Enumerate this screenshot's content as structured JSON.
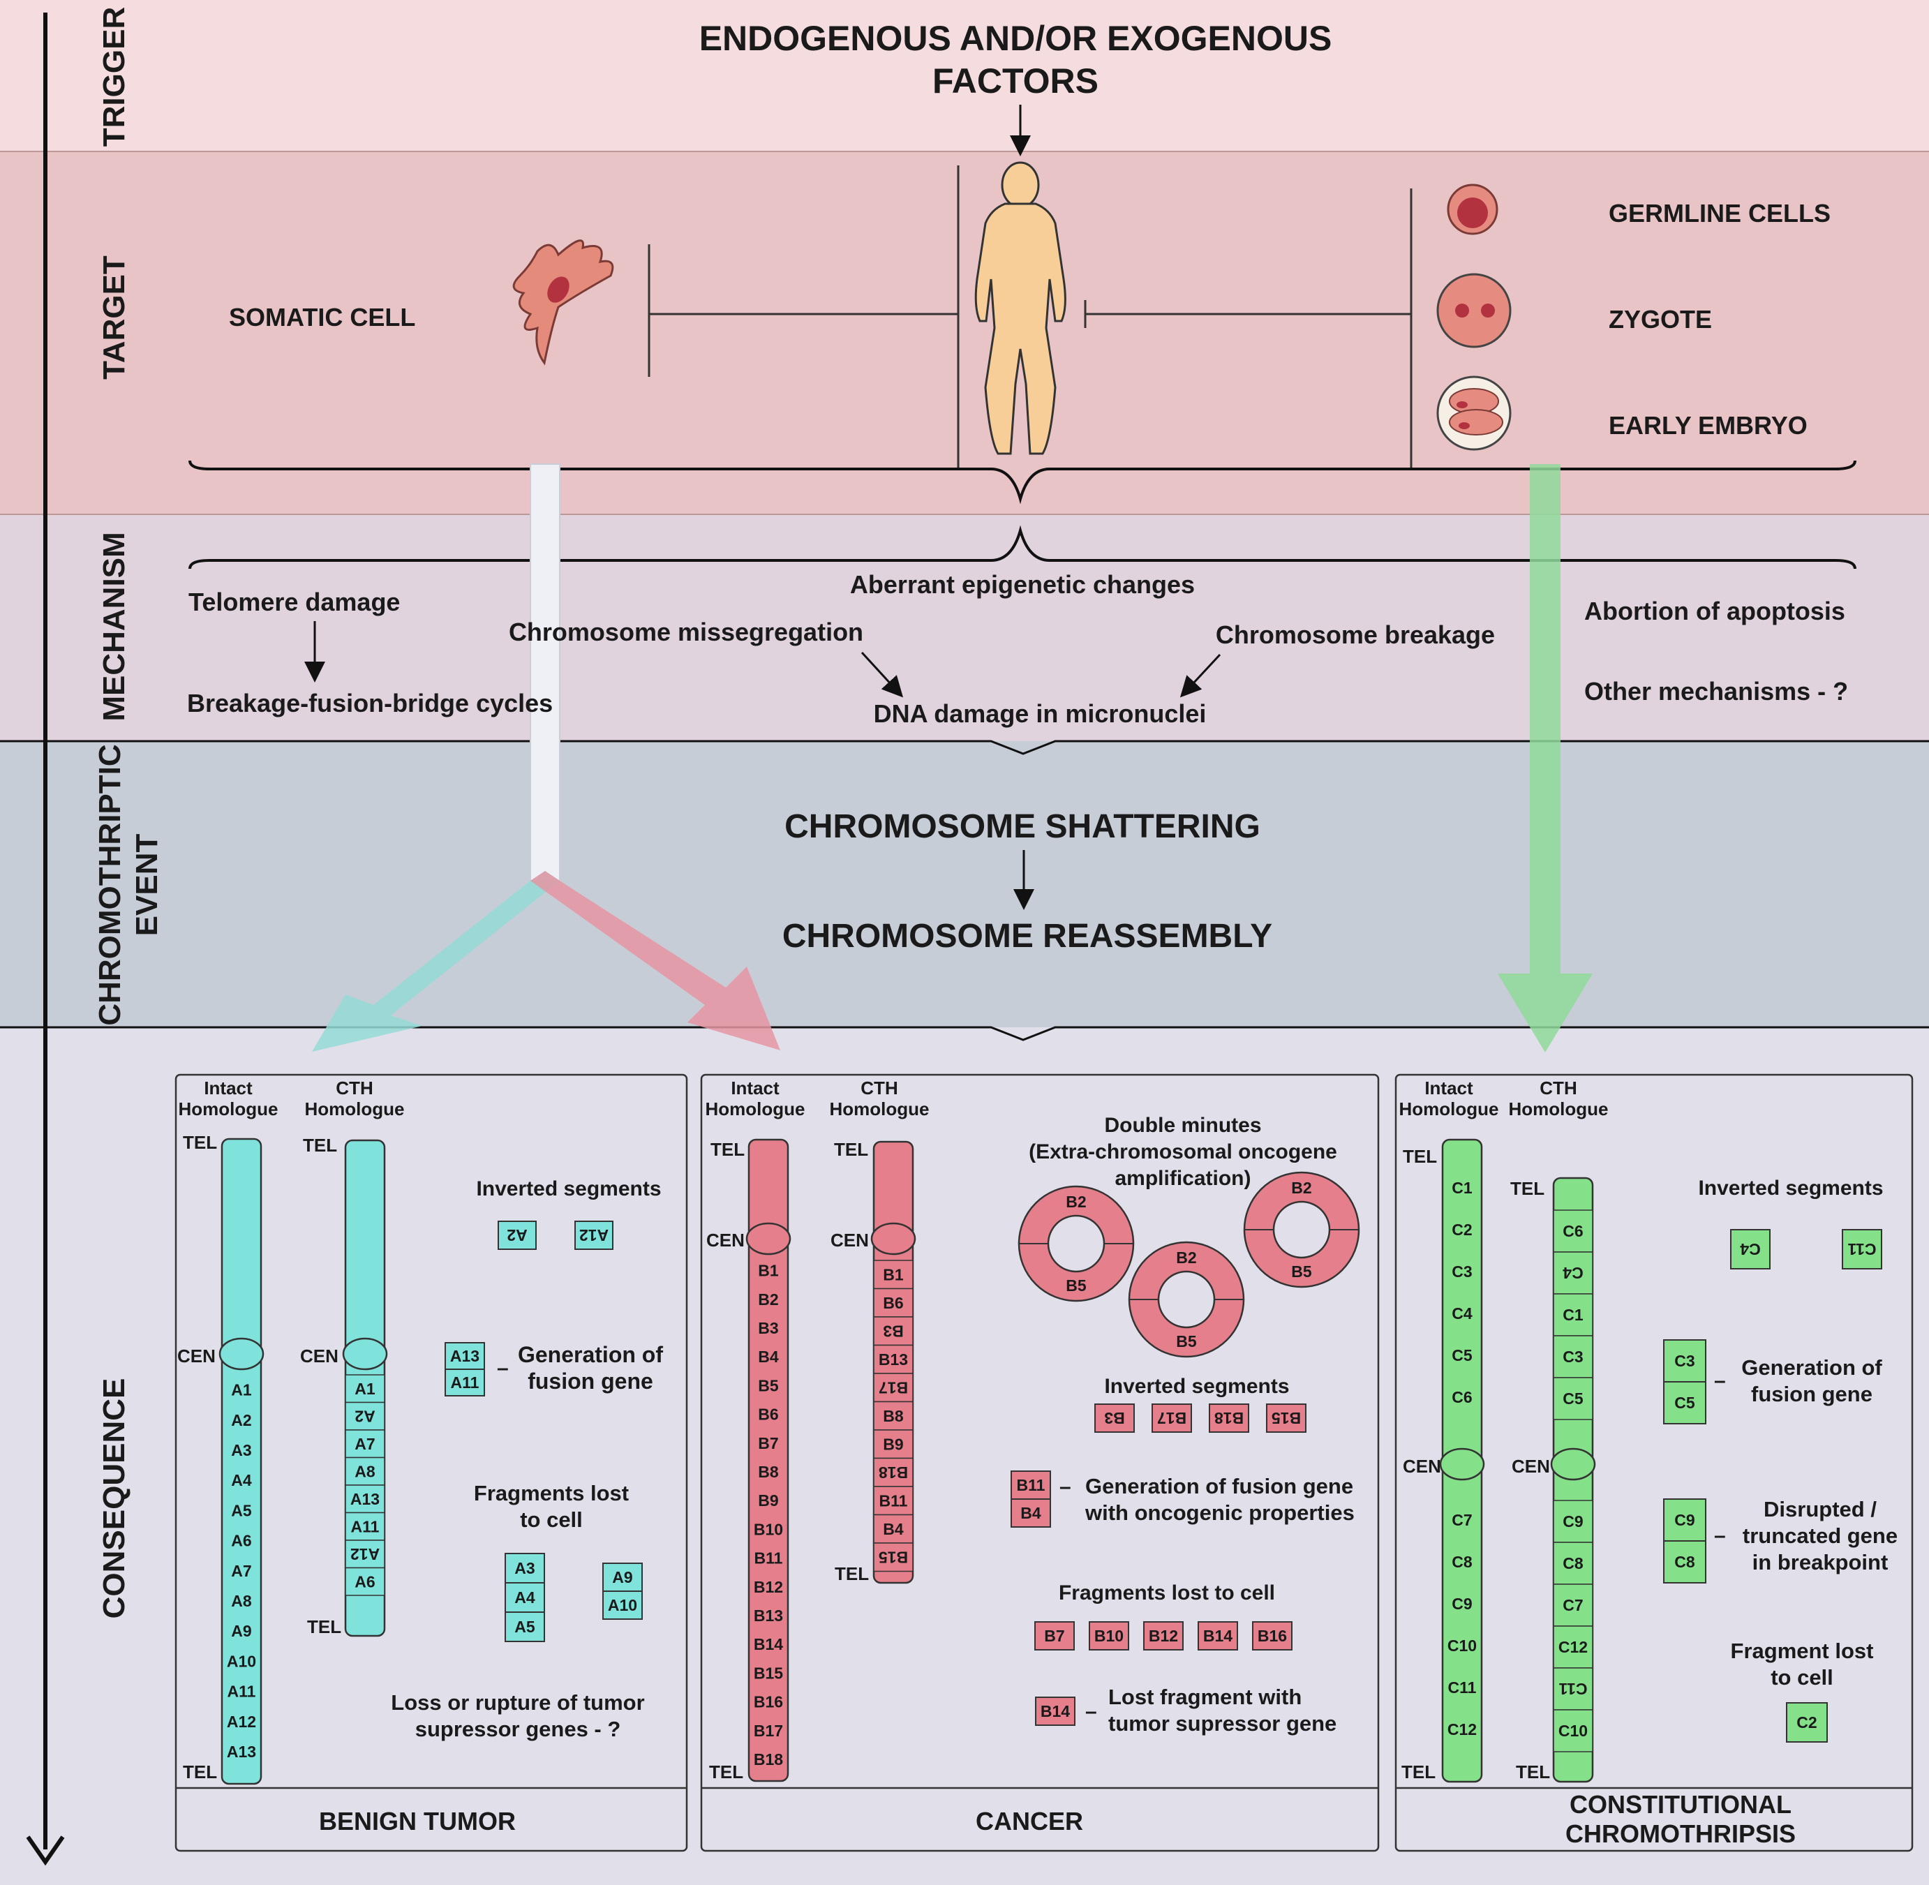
{
  "colors": {
    "trigger_bg": "#f4dcdf",
    "target_bg": "#e8c4c6",
    "mechanism_bg": "#e0d3de",
    "event_bg": "#c7cdd6",
    "consequence_bg": "#e1e0ea",
    "teal": "#7fe3dc",
    "pink": "#e57f8c",
    "green": "#85e08a"
  },
  "rows": {
    "trigger": "TRIGGER",
    "target": "TARGET",
    "mechanism": "MECHANISM",
    "event_line1": "CHROMOTHRIPTIC",
    "event_line2": "EVENT",
    "consequence": "CONSEQUENCE"
  },
  "trigger": {
    "line1": "ENDOGENOUS AND/OR EXOGENOUS",
    "line2": "FACTORS"
  },
  "target": {
    "somatic_cell": "SOMATIC CELL",
    "germline_cells": "GERMLINE CELLS",
    "zygote": "ZYGOTE",
    "early_embryo": "EARLY EMBRYO"
  },
  "mechanism": {
    "telomere_damage": "Telomere damage",
    "bfb_cycles": "Breakage-fusion-bridge cycles",
    "epigenetic": "Aberrant epigenetic changes",
    "missegregation": "Chromosome missegregation",
    "breakage": "Chromosome breakage",
    "micronuclei": "DNA damage in micronuclei",
    "apoptosis": "Abortion of apoptosis",
    "other": "Other mechanisms - ?"
  },
  "event": {
    "shattering": "CHROMOSOME SHATTERING",
    "reassembly": "CHROMOSOME REASSEMBLY"
  },
  "panels": {
    "intact_line1": "Intact",
    "cth_line1": "CTH",
    "homologue": "Homologue",
    "tel": "TEL",
    "cen": "CEN",
    "inverted_segments": "Inverted segments",
    "generation_fusion_line1": "Generation of",
    "generation_fusion_line2": "fusion gene",
    "fragments_lost_line1": "Fragments lost",
    "fragments_lost_line2": "to cell",
    "dash": "–",
    "benign": {
      "title": "BENIGN TUMOR",
      "loss_line1": "Loss or rupture of tumor",
      "loss_line2": "supressor genes - ?",
      "intact_segments": [
        "A1",
        "A2",
        "A3",
        "A4",
        "A5",
        "A6",
        "A7",
        "A8",
        "A9",
        "A10",
        "A11",
        "A12",
        "A13"
      ],
      "cth_segments": [
        "A1",
        "A2",
        "A7",
        "A8",
        "A13",
        "A11",
        "A12",
        "A6"
      ],
      "cth_inverted": [
        false,
        true,
        false,
        false,
        false,
        false,
        true,
        false
      ],
      "inverted": [
        "A2",
        "A12"
      ],
      "fusion": [
        "A13",
        "A11"
      ],
      "lost_group1": [
        "A3",
        "A4",
        "A5"
      ],
      "lost_group2": [
        "A9",
        "A10"
      ]
    },
    "cancer": {
      "title": "CANCER",
      "dm_line1": "Double minutes",
      "dm_line2": "(Extra-chromosomal oncogene",
      "dm_line3": "amplification)",
      "dm_top": "B2",
      "dm_bottom": "B5",
      "fusion_onco_line1": "Generation of fusion gene",
      "fusion_onco_line2": "with oncogenic properties",
      "fragments_lost": "Fragments lost to cell",
      "lost_fragment_line1": "Lost fragment with",
      "lost_fragment_line2": "tumor supressor gene",
      "intact_segments": [
        "B1",
        "B2",
        "B3",
        "B4",
        "B5",
        "B6",
        "B7",
        "B8",
        "B9",
        "B10",
        "B11",
        "B12",
        "B13",
        "B14",
        "B15",
        "B16",
        "B17",
        "B18"
      ],
      "cth_segments": [
        "B1",
        "B6",
        "B3",
        "B13",
        "B17",
        "B8",
        "B9",
        "B18",
        "B11",
        "B4",
        "B15"
      ],
      "cth_inverted": [
        false,
        false,
        true,
        false,
        true,
        false,
        false,
        true,
        false,
        false,
        true
      ],
      "inverted": [
        "B3",
        "B17",
        "B18",
        "B15"
      ],
      "fusion": [
        "B11",
        "B4"
      ],
      "lost": [
        "B7",
        "B10",
        "B12",
        "B14",
        "B16"
      ],
      "tumor_suppressor": "B14"
    },
    "constitutional": {
      "title_line1": "CONSTITUTIONAL",
      "title_line2": "CHROMOTHRIPSIS",
      "disrupted_line1": "Disrupted /",
      "disrupted_line2": "truncated gene",
      "disrupted_line3": "in breakpoint",
      "fragment_lost_line1": "Fragment lost",
      "fragment_lost_line2": "to cell",
      "intact_segments": [
        "C1",
        "C2",
        "C3",
        "C4",
        "C5",
        "C6",
        "C7",
        "C8",
        "C9",
        "C10",
        "C11",
        "C12"
      ],
      "cth_segments": [
        "C6",
        "C4",
        "C1",
        "C3",
        "C5",
        "C9",
        "C8",
        "C7",
        "C12",
        "C11",
        "C10"
      ],
      "cth_inverted": [
        false,
        true,
        false,
        false,
        false,
        false,
        false,
        false,
        false,
        true,
        false
      ],
      "inverted": [
        "C4",
        "C11"
      ],
      "fusion": [
        "C3",
        "C5"
      ],
      "disrupted": [
        "C9",
        "C8"
      ],
      "lost": [
        "C2"
      ]
    }
  }
}
